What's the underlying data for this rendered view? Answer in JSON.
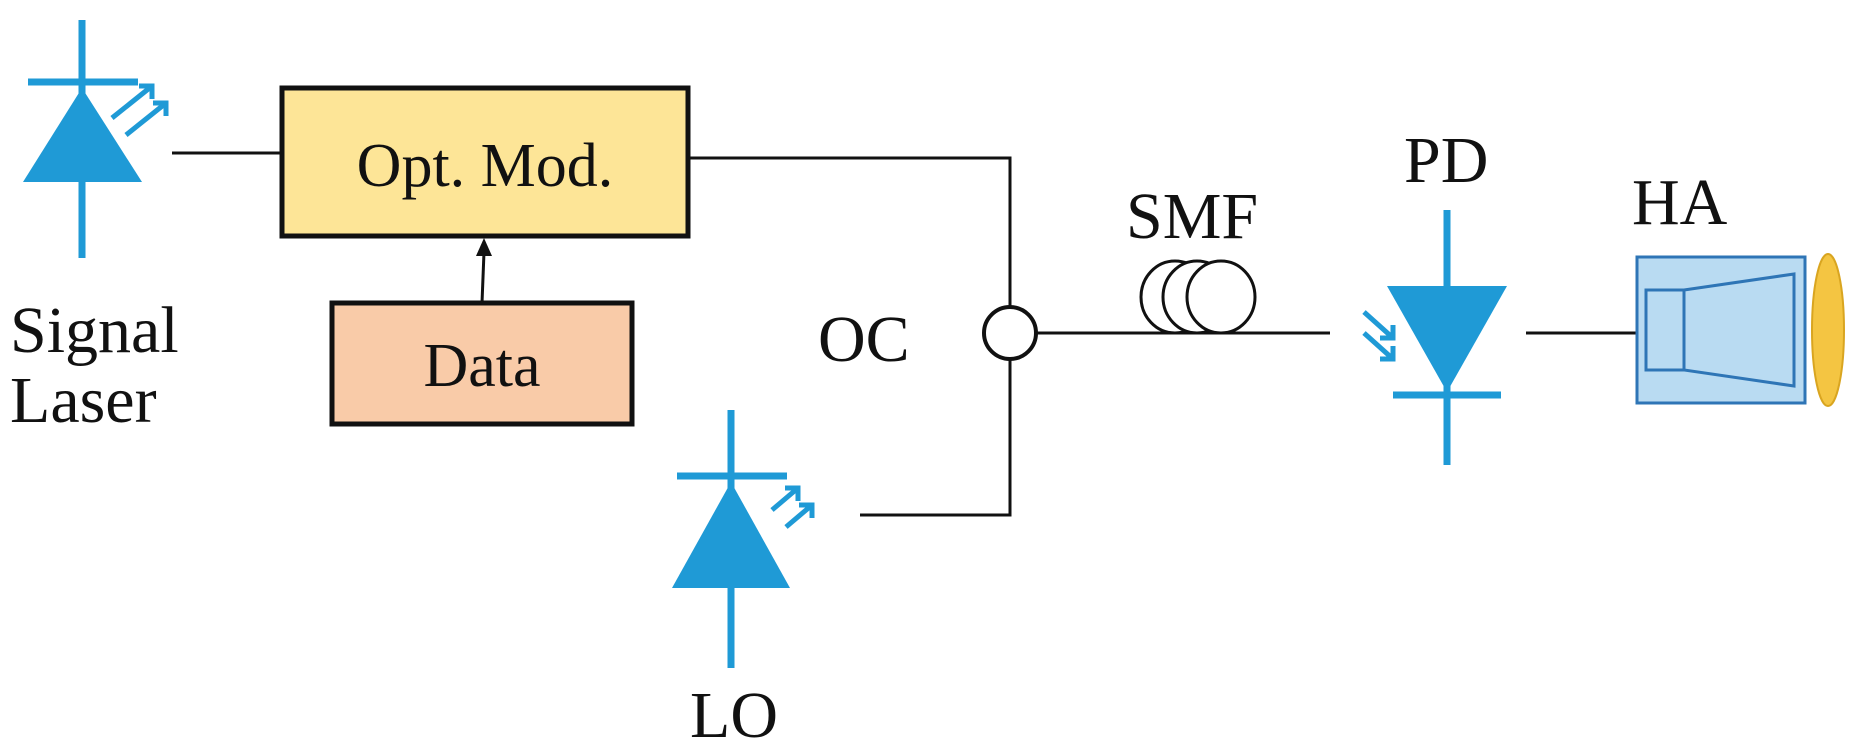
{
  "labels": {
    "signal_laser_line1": "Signal",
    "signal_laser_line2": "Laser",
    "modulator": "Opt. Mod.",
    "data": "Data",
    "coupler": "OC",
    "local_oscillator": "LO",
    "fiber": "SMF",
    "photodiode": "PD",
    "antenna": "HA"
  },
  "colors": {
    "component_blue": "#1f9ad6",
    "modulator_fill": "#fde597",
    "data_fill": "#f9cba8",
    "antenna_fill": "#b9dbf2",
    "antenna_stroke": "#2e75b6",
    "lens_fill": "#f4c542",
    "line": "#111111"
  }
}
